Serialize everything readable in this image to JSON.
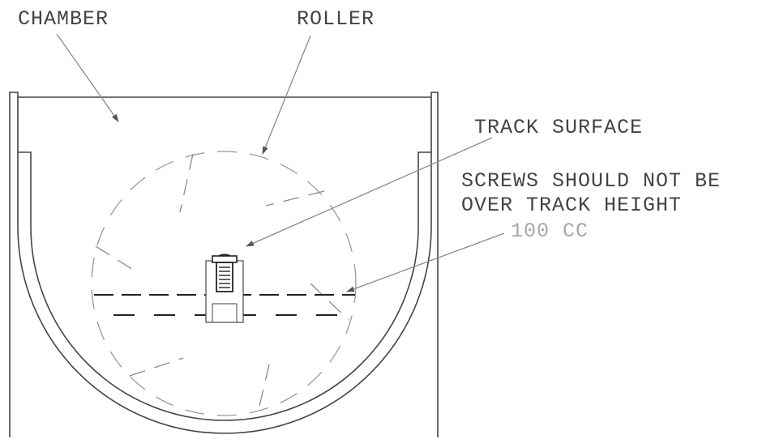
{
  "labels": {
    "chamber": "CHAMBER",
    "roller": "ROLLER",
    "track_surface": "TRACK SURFACE",
    "screws_line1": "SCREWS SHOULD NOT BE",
    "screws_line2": "OVER TRACK HEIGHT",
    "volume": "100 CC"
  },
  "colors": {
    "line": "#444444",
    "light_text": "#a8a8a8"
  }
}
